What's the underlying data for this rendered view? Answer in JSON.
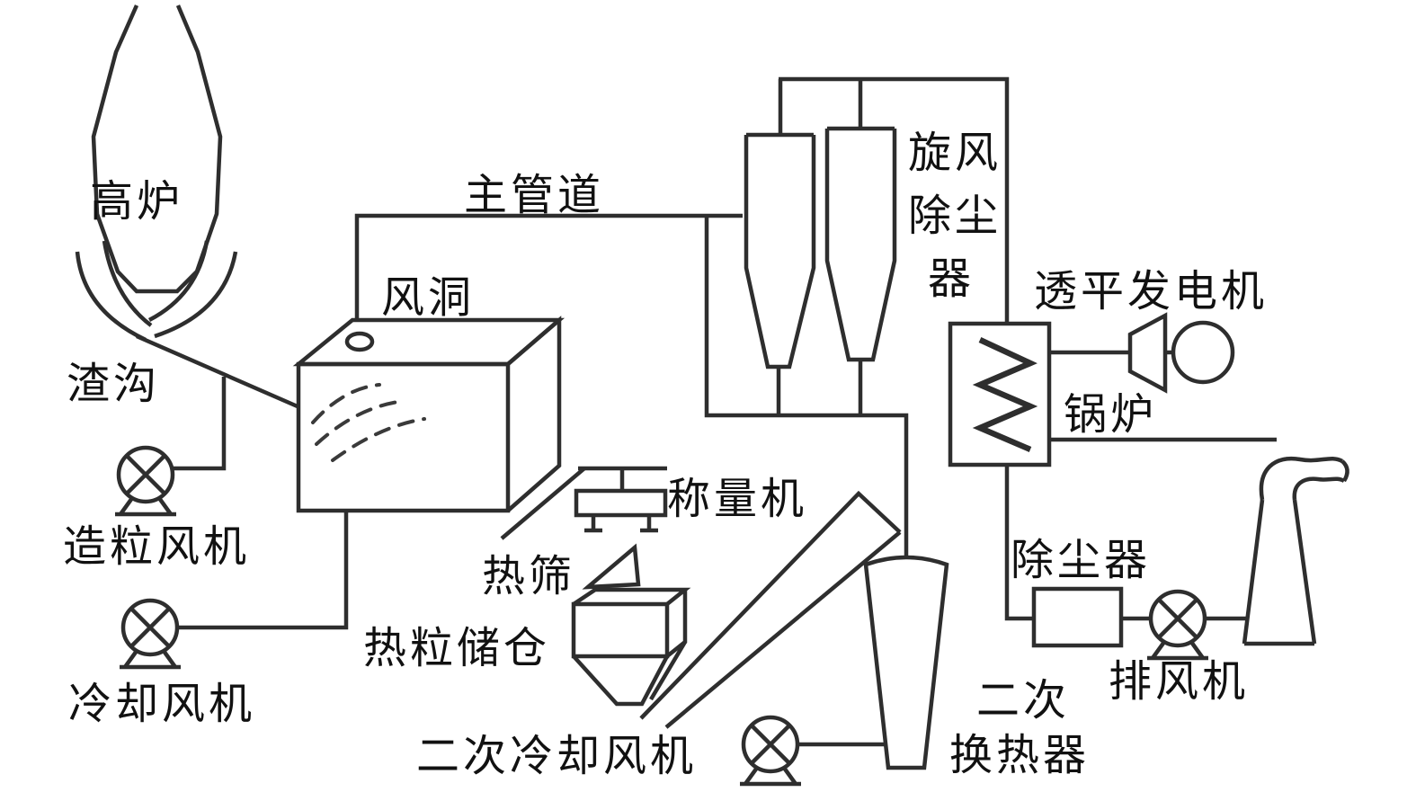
{
  "colors": {
    "line": "#2e2e2e",
    "background": "#ffffff",
    "text": "#111111"
  },
  "labels": {
    "blast_furnace": "高炉",
    "slag_runner": "渣沟",
    "wind_tunnel": "风洞",
    "main_pipe": "主管道",
    "cyclone_line1": "旋风",
    "cyclone_line2": "除尘",
    "cyclone_line3": "器",
    "turbine_generator": "透平发电机",
    "boiler": "锅炉",
    "granulating_fan": "造粒风机",
    "cooling_fan": "冷却风机",
    "weighing_machine": "称量机",
    "hot_sieve": "热筛",
    "hot_particle_bin": "热粒储仓",
    "secondary_cooling_fan": "二次冷却风机",
    "secondary_hx_line1": "二次",
    "secondary_hx_line2": "换热器",
    "dust_collector": "除尘器",
    "exhaust_fan": "排风机"
  }
}
